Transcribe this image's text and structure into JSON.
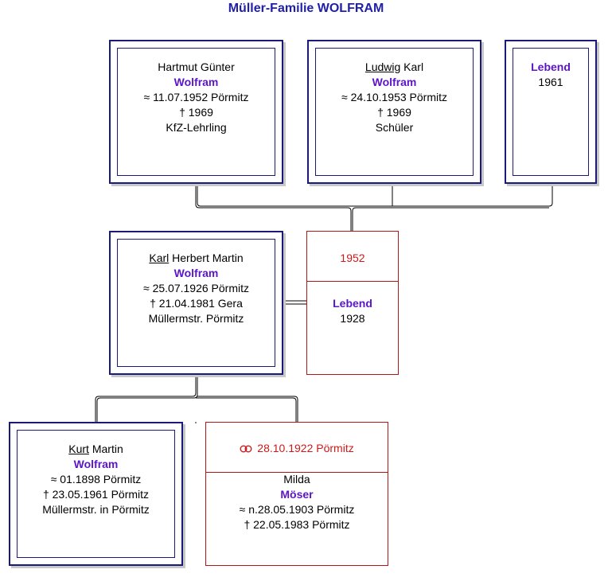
{
  "title": "Müller-Familie WOLFRAM",
  "children": [
    {
      "given_first": "Hartmut Günter",
      "given_rest": "",
      "underline": false,
      "surname": "Wolfram",
      "birth": "≈  11.07.1952 Pörmitz",
      "death": "†  1969",
      "occupation": "KfZ-Lehrling"
    },
    {
      "given_first": "Ludwig",
      "given_rest": " Karl",
      "underline": true,
      "surname": "Wolfram",
      "birth": "≈  24.10.1953 Pörmitz",
      "death": "†  1969",
      "occupation": "Schüler"
    },
    {
      "surname": "Lebend",
      "year": "1961"
    }
  ],
  "father": {
    "given_first": "Karl",
    "given_rest": " Herbert Martin",
    "surname": "Wolfram",
    "birth": "≈  25.07.1926 Pörmitz",
    "death": "†  21.04.1981 Gera",
    "occupation": "Müllermstr. Pörmitz"
  },
  "spouse": {
    "marriage": "1952",
    "surname": "Lebend",
    "year": "1928"
  },
  "grandfather": {
    "given_first": "Kurt",
    "given_rest": " Martin",
    "surname": "Wolfram",
    "birth": "≈  01.1898 Pörmitz",
    "death": "†  23.05.1961 Pörmitz",
    "occupation": "Müllermstr. in Pörmitz"
  },
  "grandmother": {
    "marriage_icon": "rings-icon",
    "marriage": "28.10.1922 Pörmitz",
    "given": "Milda",
    "surname": "Möser",
    "birth": "≈ n.28.05.1903 Pörmitz",
    "death": "†  22.05.1983 Pörmitz"
  },
  "colors": {
    "box_border": "#1a1a78",
    "surname": "#5b14c8",
    "marriage": "#cc1a1a",
    "title": "#1f1fa8"
  }
}
